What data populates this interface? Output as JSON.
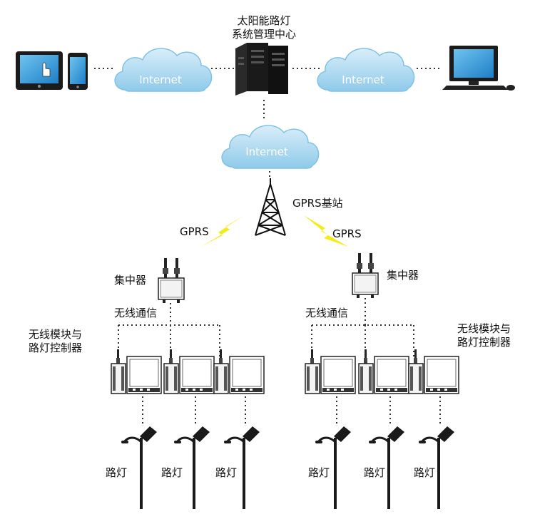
{
  "title_lines": [
    "太阳能路灯",
    "系统管理中心"
  ],
  "clouds": [
    {
      "label": "Internet"
    },
    {
      "label": "Internet"
    },
    {
      "label": "Internet"
    }
  ],
  "tower_label": "GPRS基站",
  "gprs_left": "GPRS",
  "gprs_right": "GPRS",
  "concentrator_left": "集中器",
  "concentrator_right": "集中器",
  "wireless_left": "无线通信",
  "wireless_right": "无线通信",
  "module_left_lines": [
    "无线模块与",
    "路灯控制器"
  ],
  "module_right_lines": [
    "无线模块与",
    "路灯控制器"
  ],
  "lamp_labels": [
    "路灯",
    "路灯",
    "路灯",
    "路灯",
    "路灯",
    "路灯"
  ],
  "colors": {
    "cloud_fill": "#a9d6ee",
    "cloud_stroke": "#7ec3e6",
    "lightning": "#f4ec1a",
    "device_dark": "#1f1f1f",
    "line": "#333333"
  }
}
